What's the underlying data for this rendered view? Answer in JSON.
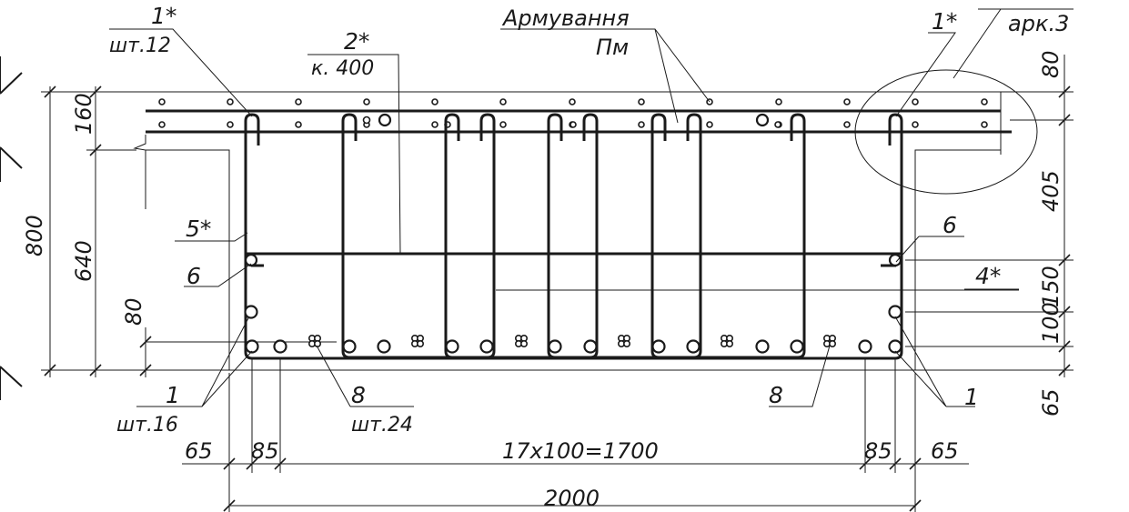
{
  "labels": {
    "mark_1_top_left": "1*",
    "qty_12": "шт.12",
    "mark_2": "2*",
    "spacing_k400": "к. 400",
    "reinforcement": "Армування",
    "pm": "Пм",
    "mark_1_top_right": "1*",
    "sheet_ref": "арк.3",
    "mark_5": "5*",
    "mark_6_left": "6",
    "mark_6_right": "6",
    "mark_4": "4*",
    "mark_1_bottom_left": "1",
    "qty_16": "шт.16",
    "mark_8_left": "8",
    "qty_24": "шт.24",
    "mark_8_right": "8",
    "mark_1_bottom_right": "1"
  },
  "dimensions": {
    "left_total": "800",
    "left_slab": "160",
    "left_web": "640",
    "left_bottom": "80",
    "right_top": "80",
    "right_upper": "405",
    "right_mid": "150",
    "right_low": "100",
    "right_bottom": "65",
    "bottom_left_65": "65",
    "bottom_left_85": "85",
    "bottom_spacing": "17x100=1700",
    "bottom_right_85": "85",
    "bottom_right_65": "65",
    "bottom_total": "2000"
  }
}
